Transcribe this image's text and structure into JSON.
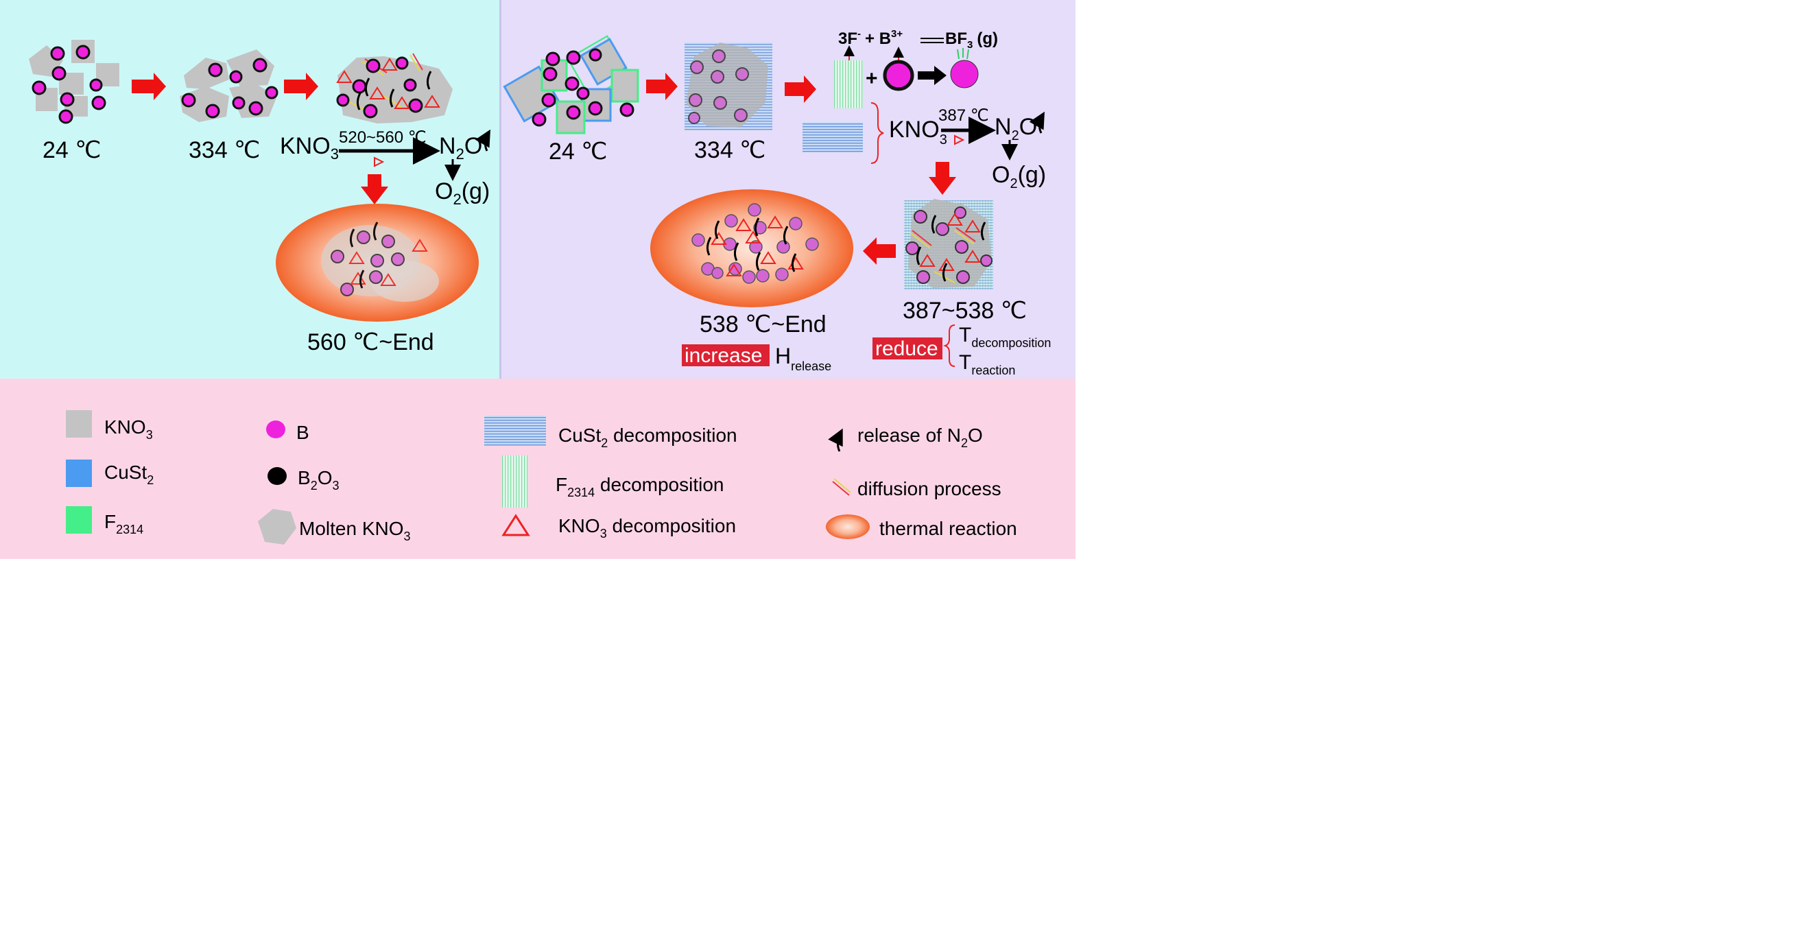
{
  "left_panel": {
    "stage1_temp": "24 ℃",
    "stage2_temp": "334 ℃",
    "reaction_reactant": "KNO",
    "reaction_reactant_sub": "3",
    "reaction_condition": "520~560 ℃",
    "reaction_product": "N",
    "reaction_product_sub": "2",
    "reaction_product_tail": "O",
    "secondary_product": "O",
    "secondary_product_sub": "2",
    "secondary_product_tail": "(g)",
    "stage3_temp": "560 ℃~End"
  },
  "right_panel": {
    "stage1_temp": "24 ℃",
    "stage2_temp": "334 ℃",
    "equation_left": "3F",
    "equation_left_sup": "-",
    "equation_plus": "+ B",
    "equation_plus_sup": "3+",
    "equation_product": "BF",
    "equation_product_sub": "3",
    "equation_product_tail": "(g)",
    "reaction_reactant": "KNO",
    "reaction_reactant_sub": "3",
    "reaction_condition": "387 ℃",
    "reaction_product": "N",
    "reaction_product_sub": "2",
    "reaction_product_tail": "O",
    "secondary_product": "O",
    "secondary_product_sub": "2",
    "secondary_product_tail": "(g)",
    "stage3_temp": "387~538 ℃",
    "stage4_temp": "538 ℃~End",
    "increase_label": "increase",
    "h_symbol": "H",
    "h_sub": "release",
    "reduce_label": "reduce",
    "t_symbol_1": "T",
    "t_sub_1": "decomposition",
    "t_symbol_2": "T",
    "t_sub_2": "reaction"
  },
  "legend": {
    "kno3": {
      "text": "KNO",
      "sub": "3"
    },
    "custs": {
      "text": "CuSt",
      "sub": "2"
    },
    "f2314": {
      "text": "F",
      "sub": "2314"
    },
    "b": {
      "text": "B"
    },
    "b2o3": {
      "text": "B",
      "sub": "2",
      "tail": "O",
      "sub2": "3"
    },
    "molten": {
      "text": "Molten KNO",
      "sub": "3"
    },
    "custs_dec": {
      "text": "CuSt",
      "sub": "2",
      "tail": " decomposition"
    },
    "f2314_dec": {
      "text": "F",
      "sub": "2314",
      "tail": " decomposition"
    },
    "kno3_dec": {
      "text": "KNO",
      "sub": "3",
      "tail": " decomposition"
    },
    "n2o_release": {
      "text": "release of N",
      "sub": "2",
      "tail": "O"
    },
    "diffusion": {
      "text": "diffusion process"
    },
    "thermal": {
      "text": "thermal reaction"
    }
  },
  "colors": {
    "left_bg": "#ccf7f7",
    "right_bg": "#e5ddf9",
    "legend_bg": "#fbd5e6",
    "boron": "#ee22dd",
    "kno3_gray": "#c3c3c3",
    "custs_blue": "#4b9bf0",
    "f2314_green": "#44ee88",
    "arrow_red": "#ee1111",
    "label_red": "#dd2233"
  }
}
